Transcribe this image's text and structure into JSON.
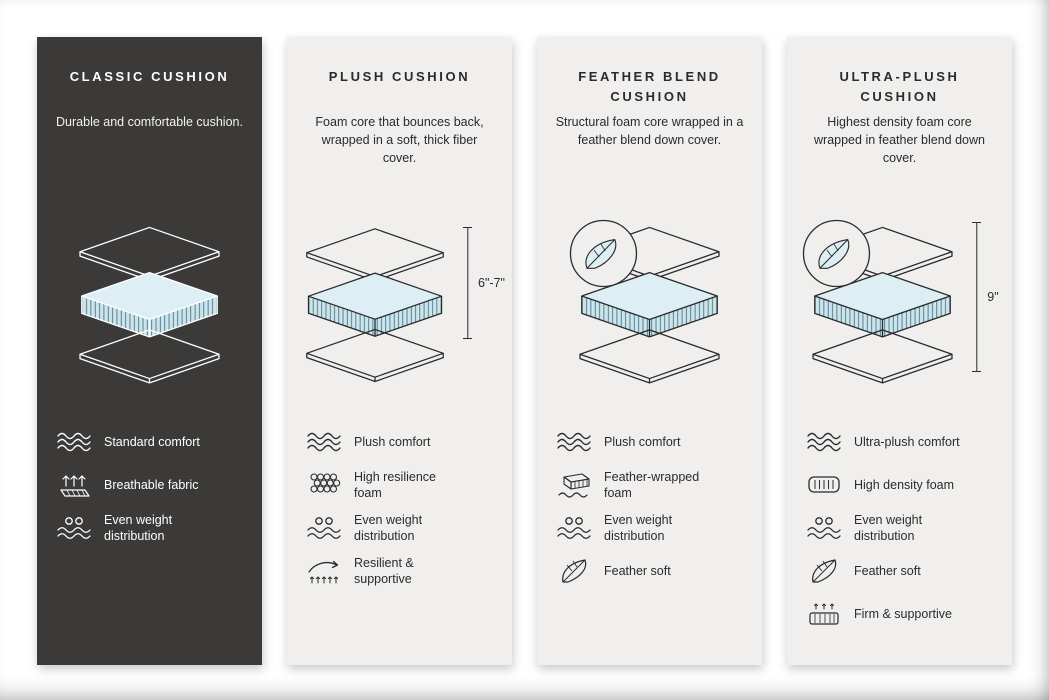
{
  "colors": {
    "dark_panel": "#3b3a39",
    "light_panel": "#f0efee",
    "foam_top": "#ddeff5",
    "foam_front": "#c9e5ee",
    "outline": "#2b2b2b"
  },
  "columns": [
    {
      "title": "CLASSIC CUSHION",
      "description": "Durable and comfortable cushion.",
      "features": [
        {
          "icon": "waves-icon",
          "label": "Standard comfort"
        },
        {
          "icon": "breathable-fabric-icon",
          "label": "Breathable fabric"
        },
        {
          "icon": "even-weight-icon",
          "label": "Even weight distribution"
        }
      ]
    },
    {
      "title": "PLUSH CUSHION",
      "description": "Foam core that bounces back, wrapped in a soft, thick fiber cover.",
      "measurement": "6\"-7\"",
      "features": [
        {
          "icon": "waves-icon",
          "label": "Plush comfort"
        },
        {
          "icon": "foam-cells-icon",
          "label": "High resilience foam"
        },
        {
          "icon": "even-weight-icon",
          "label": "Even weight distribution"
        },
        {
          "icon": "resilient-supportive-icon",
          "label": "Resilient & supportive"
        }
      ]
    },
    {
      "title": "FEATHER BLEND CUSHION",
      "description": "Structural foam core wrapped in a feather blend down cover.",
      "features": [
        {
          "icon": "waves-icon",
          "label": "Plush comfort"
        },
        {
          "icon": "feather-wrapped-foam-icon",
          "label": "Feather-wrapped foam"
        },
        {
          "icon": "even-weight-icon",
          "label": "Even weight distribution"
        },
        {
          "icon": "feather-icon",
          "label": "Feather soft"
        }
      ]
    },
    {
      "title": "ULTRA-PLUSH CUSHION",
      "description": "Highest density foam core wrapped in feather blend down cover.",
      "measurement": "9\"",
      "features": [
        {
          "icon": "waves-icon",
          "label": "Ultra-plush comfort"
        },
        {
          "icon": "high-density-foam-icon",
          "label": "High density foam"
        },
        {
          "icon": "even-weight-icon",
          "label": "Even weight distribution"
        },
        {
          "icon": "feather-icon",
          "label": "Feather soft"
        },
        {
          "icon": "firm-supportive-icon",
          "label": "Firm & supportive"
        }
      ]
    }
  ]
}
